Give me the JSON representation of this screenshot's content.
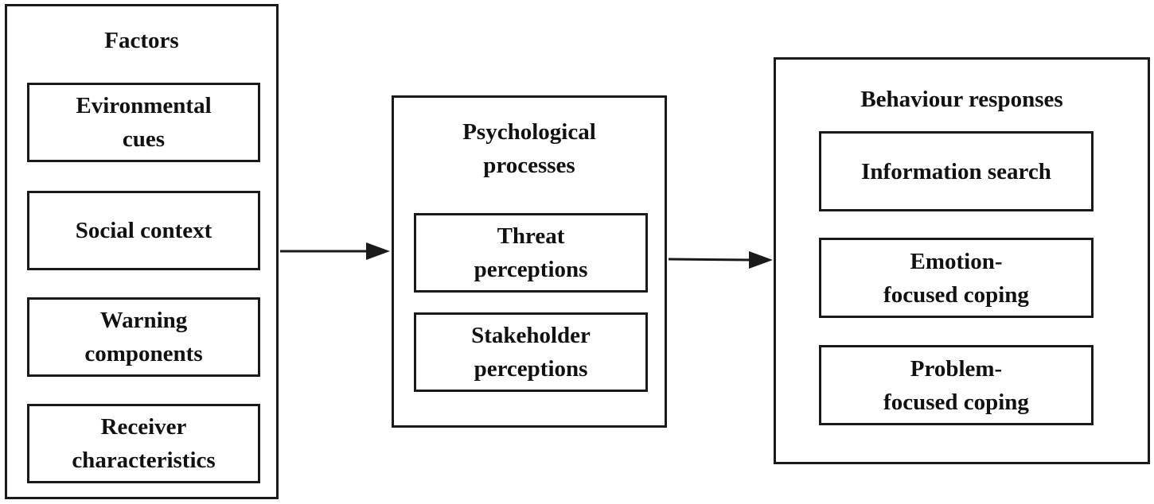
{
  "factors": {
    "title": "Factors",
    "items": [
      {
        "line1": "Evironmental",
        "line2": "cues"
      },
      {
        "line1": "Social context",
        "line2": ""
      },
      {
        "line1": "Warning",
        "line2": "components"
      },
      {
        "line1": "Receiver",
        "line2": "characteristics"
      }
    ]
  },
  "psychological": {
    "title_line1": "Psychological",
    "title_line2": "processes",
    "items": [
      {
        "line1": "Threat",
        "line2": "perceptions"
      },
      {
        "line1": "Stakeholder",
        "line2": "perceptions"
      }
    ]
  },
  "behaviour": {
    "title": "Behaviour responses",
    "items": [
      {
        "line1": "Information search",
        "line2": ""
      },
      {
        "line1": "Emotion-",
        "line2": "focused coping"
      },
      {
        "line1": "Problem-",
        "line2": "focused coping"
      }
    ]
  },
  "colors": {
    "stroke": "#1a1a1a",
    "background": "#ffffff"
  }
}
